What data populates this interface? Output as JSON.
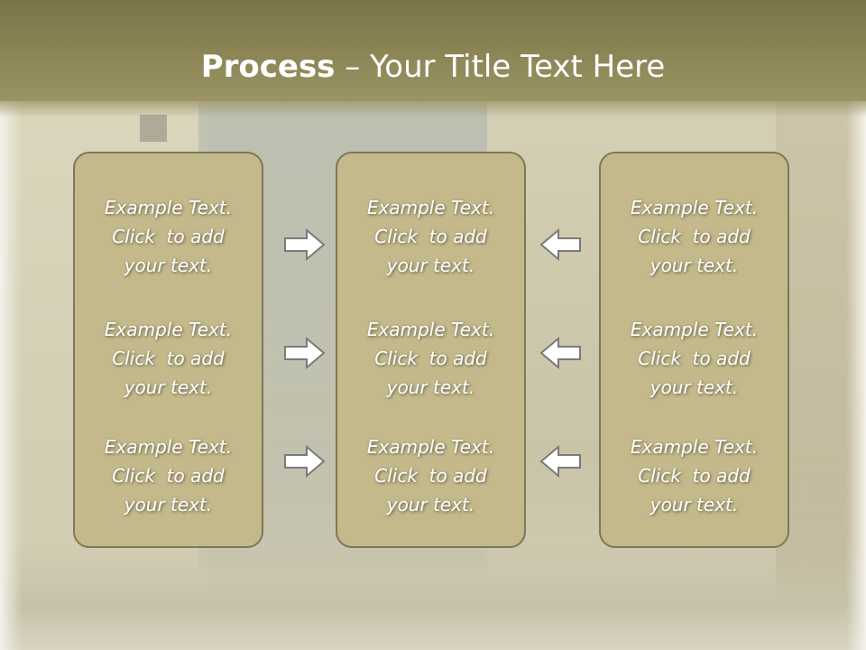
{
  "slide": {
    "title_bold": "Process",
    "title_rest": " – Your Title Text Here"
  },
  "colors": {
    "header": "#8e8757",
    "box_fill": "#c3b98a",
    "box_border": "#7d7856",
    "arrow_fill": "#ffffff",
    "arrow_stroke": "#7a7a7a"
  },
  "columns": [
    {
      "items": [
        {
          "line1": "Example Text.",
          "line2": "Click  to add",
          "line3": "your text."
        },
        {
          "line1": "Example Text.",
          "line2": "Click  to add",
          "line3": "your text."
        },
        {
          "line1": "Example Text.",
          "line2": "Click  to add",
          "line3": "your text."
        }
      ]
    },
    {
      "items": [
        {
          "line1": "Example Text.",
          "line2": "Click  to add",
          "line3": "your text."
        },
        {
          "line1": "Example Text.",
          "line2": "Click  to add",
          "line3": "your text."
        },
        {
          "line1": "Example Text.",
          "line2": "Click  to add",
          "line3": "your text."
        }
      ]
    },
    {
      "items": [
        {
          "line1": "Example Text.",
          "line2": "Click  to add",
          "line3": "your text."
        },
        {
          "line1": "Example Text.",
          "line2": "Click  to add",
          "line3": "your text."
        },
        {
          "line1": "Example Text.",
          "line2": "Click  to add",
          "line3": "your text."
        }
      ]
    }
  ],
  "arrows": {
    "left_to_middle": [
      "right-arrow-icon",
      "right-arrow-icon",
      "right-arrow-icon"
    ],
    "right_to_middle": [
      "left-arrow-icon",
      "left-arrow-icon",
      "left-arrow-icon"
    ]
  }
}
